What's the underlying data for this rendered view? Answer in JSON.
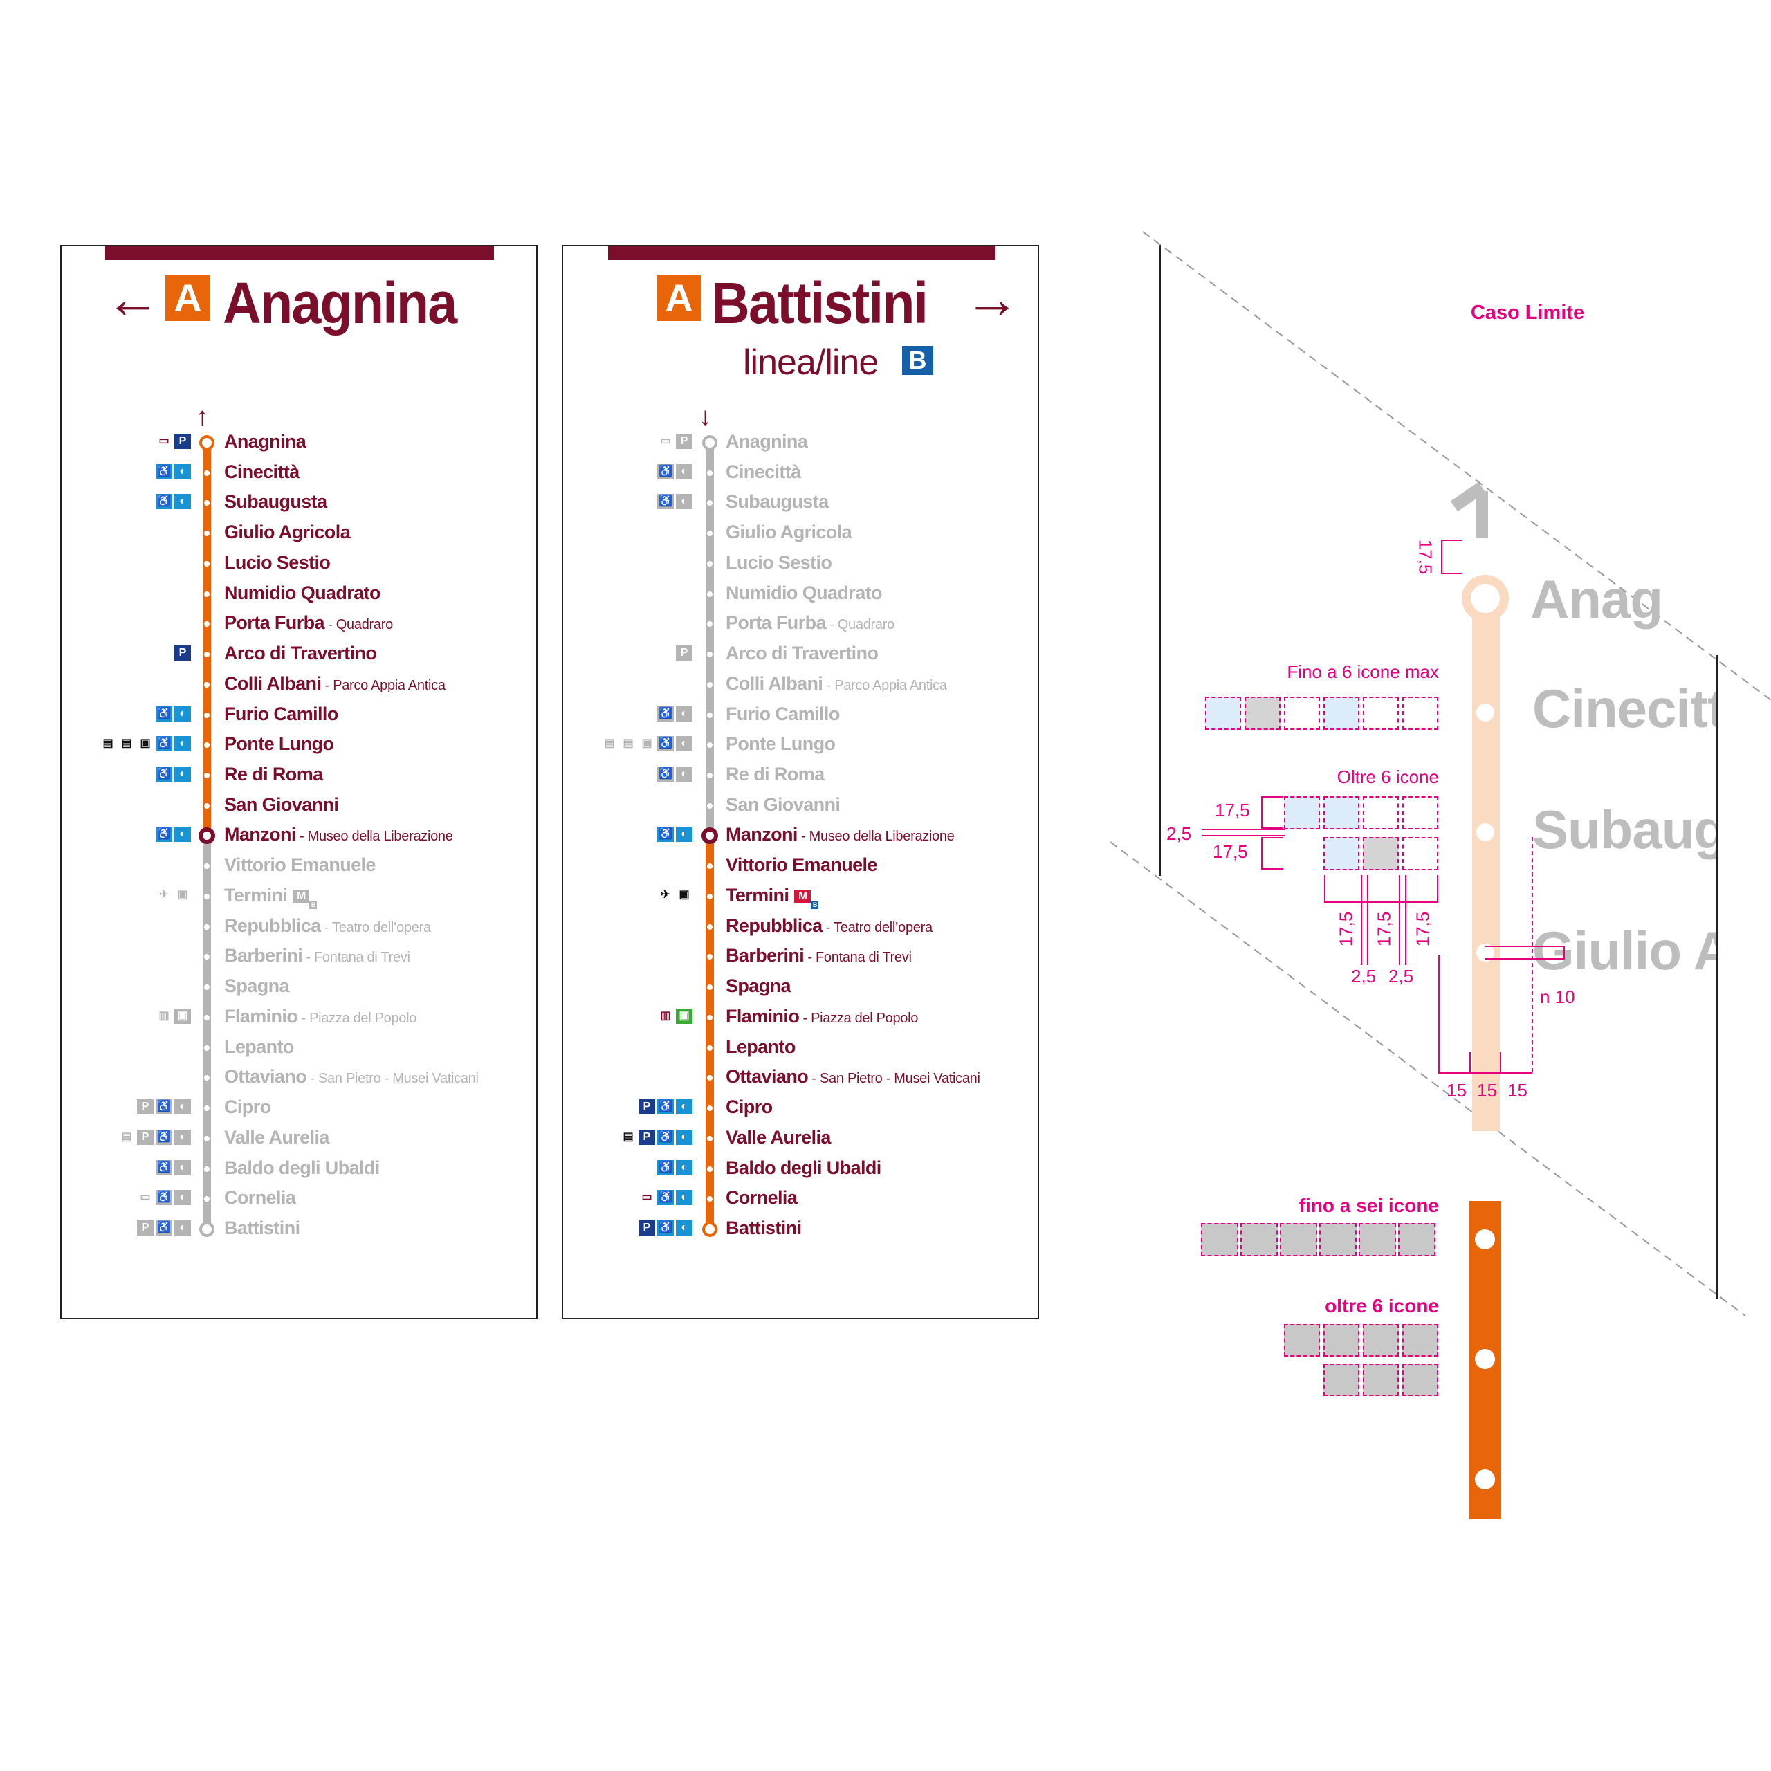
{
  "colors": {
    "maroon": "#7b0f2b",
    "orange": "#e8650a",
    "grey": "#b4b4b4",
    "pink": "#e5007e",
    "blue": "#1a93d4",
    "parking": "#1b3b8c",
    "green": "#3aaa35",
    "metro_red": "#d4173d",
    "line_b": "#1560a8"
  },
  "panels": [
    {
      "direction": "left",
      "arrow": "←",
      "line_letter": "A",
      "destination": "Anagnina",
      "active_from": 0,
      "active_to": 13,
      "line_arrow": "↑"
    },
    {
      "direction": "right",
      "arrow": "→",
      "line_letter": "A",
      "destination": "Battistini",
      "active_from": 13,
      "active_to": 26,
      "line_arrow": "↓",
      "interchange_label": "linea/line",
      "interchange_letter": "B"
    }
  ],
  "stations": [
    {
      "name": "Anagnina",
      "sub": "",
      "icons": [
        "bus",
        "parking"
      ],
      "terminal": true
    },
    {
      "name": "Cinecittà",
      "sub": "",
      "icons": [
        "wheelchair",
        "tactile"
      ]
    },
    {
      "name": "Subaugusta",
      "sub": "",
      "icons": [
        "wheelchair",
        "tactile"
      ]
    },
    {
      "name": "Giulio Agricola",
      "sub": "",
      "icons": []
    },
    {
      "name": "Lucio Sestio",
      "sub": "",
      "icons": []
    },
    {
      "name": "Numidio Quadrato",
      "sub": "",
      "icons": []
    },
    {
      "name": "Porta Furba",
      "sub": "Quadraro",
      "icons": []
    },
    {
      "name": "Arco di Travertino",
      "sub": "",
      "icons": [
        "parking"
      ]
    },
    {
      "name": "Colli Albani",
      "sub": "Parco Appia Antica",
      "icons": []
    },
    {
      "name": "Furio Camillo",
      "sub": "",
      "icons": [
        "wheelchair",
        "tactile"
      ]
    },
    {
      "name": "Ponte Lungo",
      "sub": "",
      "icons": [
        "fr-train",
        "fr-train",
        "train",
        "wheelchair",
        "tactile"
      ]
    },
    {
      "name": "Re di Roma",
      "sub": "",
      "icons": [
        "wheelchair",
        "tactile"
      ]
    },
    {
      "name": "San Giovanni",
      "sub": "",
      "icons": []
    },
    {
      "name": "Manzoni",
      "sub": "Museo della Liberazione",
      "icons": [
        "wheelchair",
        "tactile"
      ],
      "interchange": true
    },
    {
      "name": "Vittorio Emanuele",
      "sub": "",
      "icons": []
    },
    {
      "name": "Termini",
      "sub": "",
      "icons": [
        "airplane",
        "train"
      ],
      "metro_badge": "M",
      "metro_line": "B"
    },
    {
      "name": "Repubblica",
      "sub": "Teatro dell’opera",
      "icons": []
    },
    {
      "name": "Barberini",
      "sub": "Fontana di Trevi",
      "icons": []
    },
    {
      "name": "Spagna",
      "sub": "",
      "icons": []
    },
    {
      "name": "Flaminio",
      "sub": "Piazza del Popolo",
      "icons": [
        "tram",
        "roma-nord-train"
      ]
    },
    {
      "name": "Lepanto",
      "sub": "",
      "icons": []
    },
    {
      "name": "Ottaviano",
      "sub": "San Pietro - Musei Vaticani",
      "icons": []
    },
    {
      "name": "Cipro",
      "sub": "",
      "icons": [
        "parking",
        "wheelchair",
        "tactile"
      ]
    },
    {
      "name": "Valle Aurelia",
      "sub": "",
      "icons": [
        "fr-train",
        "parking",
        "wheelchair",
        "tactile"
      ]
    },
    {
      "name": "Baldo degli Ubaldi",
      "sub": "",
      "icons": [
        "wheelchair",
        "tactile"
      ]
    },
    {
      "name": "Cornelia",
      "sub": "",
      "icons": [
        "bus",
        "wheelchair",
        "tactile"
      ]
    },
    {
      "name": "Battistini",
      "sub": "",
      "icons": [
        "parking",
        "wheelchair",
        "tactile"
      ],
      "terminal": true
    }
  ],
  "spec": {
    "title": "Caso Limite",
    "ghost_stations": [
      "Anag",
      "Cinecittà",
      "Subaugu",
      "Giulio Ag"
    ],
    "max6_label": "Fino a 6 icone max",
    "over6_label": "Oltre 6 icone",
    "dims": {
      "icon_height": "17,5",
      "gap": "2,5",
      "line_margin": "15",
      "line_width": "15",
      "n_label": "n 10"
    },
    "bottom_upto6_label": "fino a sei icone",
    "bottom_over6_label": "oltre 6 icone"
  }
}
